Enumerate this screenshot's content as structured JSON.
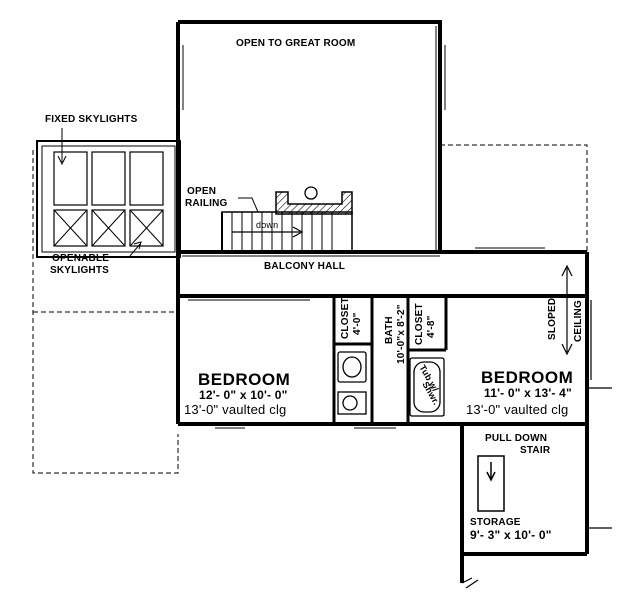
{
  "labels": {
    "open_to_great_room": "OPEN TO GREAT ROOM",
    "fixed_skylights": "FIXED SKYLIGHTS",
    "openable_skylights_1": "OPENABLE",
    "openable_skylights_2": "SKYLIGHTS",
    "open_railing_1": "OPEN",
    "open_railing_2": "RAILING",
    "stair_down": "down",
    "balcony_hall": "BALCONY HALL",
    "closet_left": "CLOSET",
    "closet_left_dim": "4'-0\"",
    "bath": "BATH",
    "bath_dim": "10'-0\"x 8'-2\"",
    "closet_right": "CLOSET",
    "closet_right_dim": "4'-8\"",
    "tub": "Tub w/",
    "shwr": "Shwr.",
    "sloped_ceiling_1": "SLOPED",
    "sloped_ceiling_2": "CEILING",
    "pull_down_stair_1": "PULL DOWN",
    "pull_down_stair_2": "STAIR",
    "storage": "STORAGE",
    "storage_dim": "9'- 3\" x 10'- 0\""
  },
  "bedroom_left": {
    "name": "BEDROOM",
    "dim": "12'- 0\" x 10'- 0\"",
    "ceiling": "13'-0\" vaulted clg"
  },
  "bedroom_right": {
    "name": "BEDROOM",
    "dim": "11'- 0\" x 13'- 4\"",
    "ceiling": "13'-0\" vaulted clg"
  },
  "colors": {
    "line": "#000000",
    "background": "#ffffff"
  }
}
